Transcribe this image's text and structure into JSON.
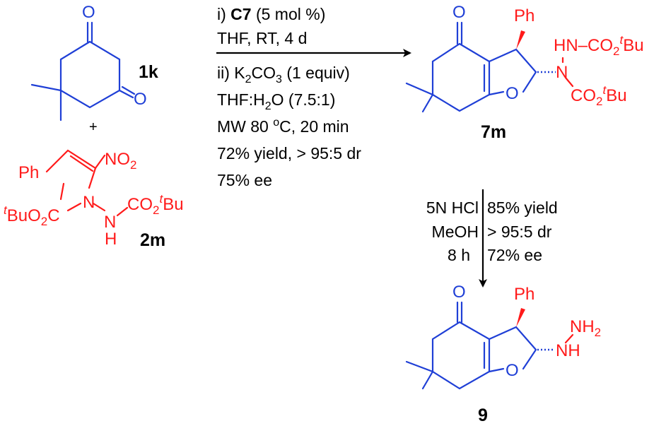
{
  "compounds": {
    "c1k": {
      "label": "1k"
    },
    "c2m": {
      "label": "2m"
    },
    "c7m": {
      "label": "7m"
    },
    "c9": {
      "label": "9"
    },
    "plus": "+"
  },
  "atoms": {
    "O": "O",
    "Ph": "Ph",
    "NO": "NO",
    "two": "2",
    "N": "N",
    "H": "H",
    "C": "C",
    "CO": "CO",
    "t": "t",
    "Bu": "Bu",
    "tBuO": "BuO",
    "HN": "HN",
    "NH": "NH",
    "NH2": "NH",
    "dash": "–"
  },
  "reaction1": {
    "lines": [
      {
        "pre": "i) ",
        "bold": "C7",
        "post": " (5 mol %)"
      },
      {
        "text": "THF, RT, 4 d"
      },
      {
        "pre": "ii) K",
        "sub": "2",
        "mid": "CO",
        "sub2": "3",
        "post": " (1 equiv)"
      },
      {
        "pre": "THF:H",
        "sub": "2",
        "post": "O (7.5:1)"
      },
      {
        "pre": "MW 80 ",
        "sup": "o",
        "post": "C, 20 min"
      },
      {
        "text": "72% yield, > 95:5 dr"
      },
      {
        "text": "75% ee"
      }
    ]
  },
  "reaction2": {
    "left": [
      "5N HCl",
      "MeOH",
      "8 h"
    ],
    "right": [
      "85% yield",
      ">  95:5  dr",
      "72% ee"
    ]
  }
}
